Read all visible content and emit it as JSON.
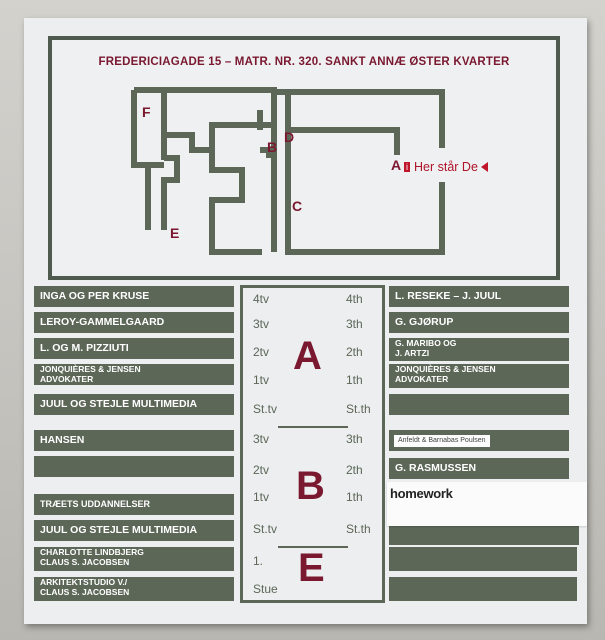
{
  "address": "FREDERICIAGADE 15 – MATR. NR. 320. SANKT ANNÆ ØSTER KVARTER",
  "plan_letters": [
    "F",
    "B",
    "D",
    "A",
    "C",
    "E"
  ],
  "here_box": "i",
  "here_text": "Her står De",
  "left_names": [
    "INGA OG PER KRUSE",
    "LEROY-GAMMELGAARD",
    "L. OG M. PIZZIUTI",
    "JONQUIÈRES & JENSEN\nADVOKATER",
    "JUUL OG STEJLE MULTIMEDIA",
    "HANSEN",
    "",
    "TRÆETS UDDANNELSER",
    "JUUL OG STEJLE MULTIMEDIA",
    "CHARLOTTE LINDBJERG\nCLAUS S. JACOBSEN",
    "ARKITEKTSTUDIO V./\nCLAUS S. JACOBSEN"
  ],
  "right_names": [
    "L. RESEKE – J. JUUL",
    "G. GJØRUP",
    "G. MARIBO OG\nJ. ARTZI",
    "JONQUIÈRES & JENSEN\nADVOKATER",
    "",
    "",
    "G. RASMUSSEN",
    "",
    "",
    ""
  ],
  "sticker_text": "Anfeldt & Barnabas Poulsen",
  "homework_text": "homework",
  "floors_left_A": [
    "4tv",
    "3tv",
    "2tv",
    "1tv",
    "St.tv"
  ],
  "floors_right_A": [
    "4th",
    "3th",
    "2th",
    "1th",
    "St.th"
  ],
  "floors_left_B": [
    "3tv",
    "2tv",
    "1tv",
    "St.tv"
  ],
  "floors_right_B": [
    "3th",
    "2th",
    "1th",
    "St.th"
  ],
  "floors_left_E": [
    "1.",
    "Stue"
  ],
  "letter_A": "A",
  "letter_B": "B",
  "letter_E": "E",
  "colors": {
    "plate": "#5c6757",
    "accent": "#7a1830",
    "here": "#c0162c",
    "board": "#eceef0"
  }
}
